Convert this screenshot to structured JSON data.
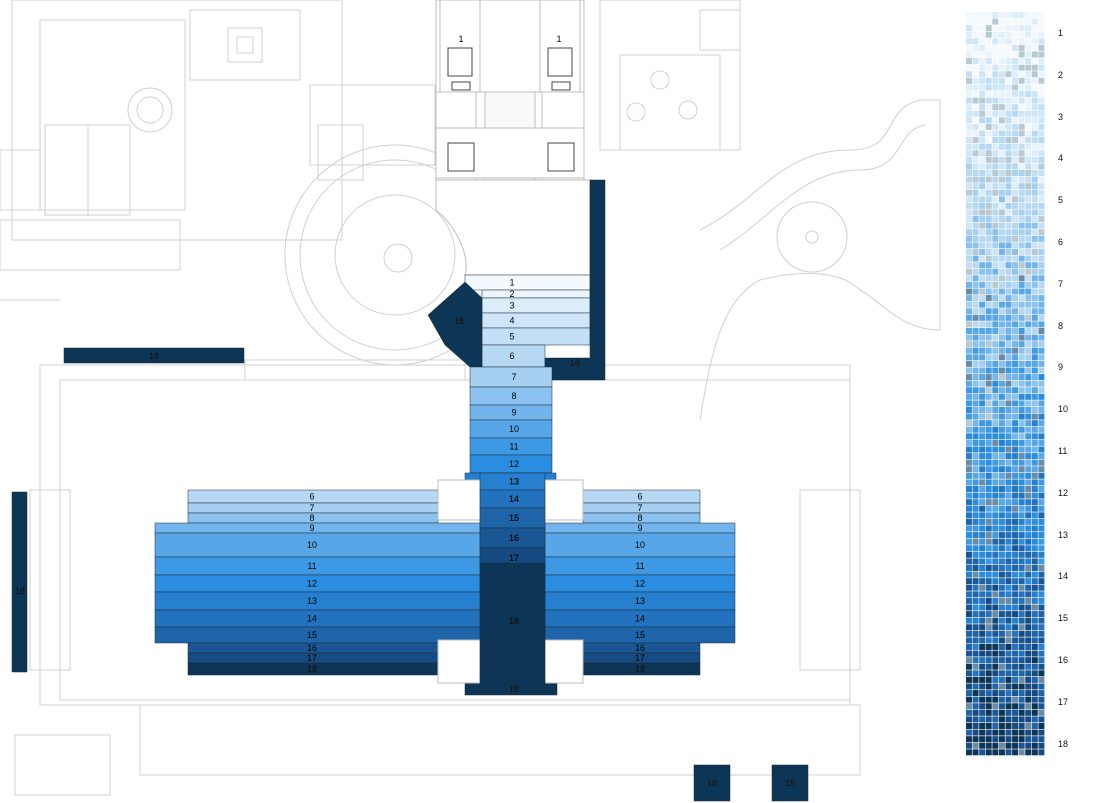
{
  "palette": {
    "1": "#f4f9fd",
    "2": "#eaf3fb",
    "3": "#dceefb",
    "4": "#cfe6f8",
    "5": "#c2dff6",
    "6": "#b6d8f3",
    "7": "#a6d0f2",
    "8": "#8cc2ef",
    "9": "#72b5ec",
    "10": "#57a7e8",
    "11": "#3d99e4",
    "12": "#2a8ddf",
    "13": "#2680cf",
    "14": "#2272bd",
    "15": "#1e64a9",
    "16": "#1a5694",
    "17": "#164a82",
    "18": "#0d3556"
  },
  "linework_color": "#c8c8c8",
  "zones": {
    "upper_pool": [
      "1",
      "2",
      "3",
      "4",
      "5",
      "6"
    ],
    "upper_left_wall": "18",
    "upper_right_wall": "18",
    "channel": [
      "7",
      "8",
      "9",
      "10",
      "11",
      "12",
      "13",
      "14",
      "15",
      "16",
      "17"
    ],
    "channel_center": "18",
    "channel_end": "18",
    "left_pool": [
      "6",
      "7",
      "8",
      "9",
      "10",
      "11",
      "12",
      "13",
      "14",
      "15",
      "16",
      "17",
      "18"
    ],
    "right_pool": [
      "6",
      "7",
      "8",
      "9",
      "10",
      "11",
      "12",
      "13",
      "14",
      "15",
      "16",
      "17",
      "18"
    ],
    "room_labels": [
      "1",
      "1"
    ],
    "far_left_bar": "18",
    "top_left_bar": "18",
    "bottom_squares": [
      "18",
      "18"
    ]
  },
  "scale": {
    "labels": [
      "1",
      "2",
      "3",
      "4",
      "5",
      "6",
      "7",
      "8",
      "9",
      "10",
      "11",
      "12",
      "13",
      "14",
      "15",
      "16",
      "17",
      "18"
    ]
  }
}
